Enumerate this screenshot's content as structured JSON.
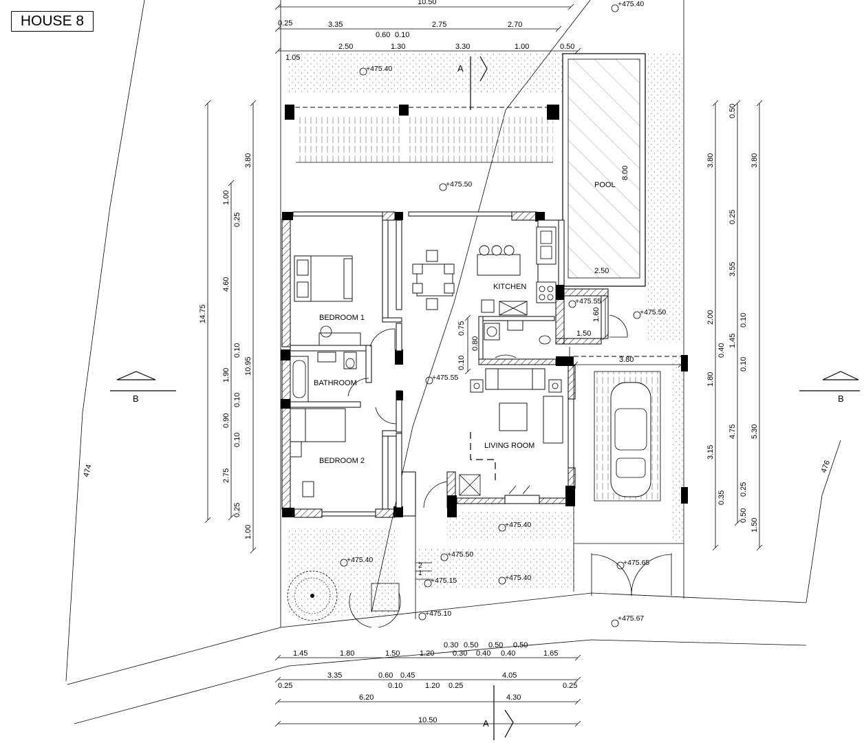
{
  "title": "HOUSE 8",
  "rooms": {
    "bedroom1": "BEDROOM 1",
    "bathroom": "BATHROOM",
    "bedroom2": "BEDROOM 2",
    "kitchen": "KITCHEN",
    "living": "LIVING ROOM",
    "pool": "POOL"
  },
  "levels": {
    "top_right": "+475.40",
    "front_yard": "+475.40",
    "terrace": "+475.50",
    "wc": "+475.55",
    "outside_wc": "+475.50",
    "hall": "+475.55",
    "porch": "+475.40",
    "garden": "+475.40",
    "step_top": "+475.50",
    "path": "+475.40",
    "step": "+475.15",
    "street": "+475.10",
    "gate": "+475.65",
    "road": "+475.67"
  },
  "contours": {
    "left": "474",
    "right": "476"
  },
  "sections": {
    "a_top": "A",
    "a_bottom": "A",
    "b_left": "B",
    "b_right": "B"
  },
  "stairs": {
    "s1": "1",
    "s2": "2"
  },
  "dims": {
    "top_total": "10.50",
    "t1": "0.25",
    "t2": "3.35",
    "t3": "0.60",
    "t4": "0.10",
    "t5": "2.75",
    "t6": "2.70",
    "t7": "1.05",
    "t8": "2.50",
    "t9": "1.30",
    "t10": "3.30",
    "t11": "1.00",
    "t12": "0.50",
    "l_total": "14.75",
    "l1": "3.80",
    "l2": "1.00",
    "l3": "0.25",
    "l4": "4.60",
    "l5": "0.10",
    "l6": "1.90",
    "l7": "0.10",
    "l8": "0.90",
    "l9": "0.10",
    "l10": "2.75",
    "l11": "0.25",
    "l12": "1.00",
    "l13": "10.95",
    "pool_len": "8.00",
    "pool_w": "2.50",
    "wc_h": "1.60",
    "wc_w": "1.50",
    "k1": "0.75",
    "k2": "0.80",
    "k3": "0.10",
    "carport": "3.80",
    "r1": "0.50",
    "r2": "3.80",
    "r3": "3.80",
    "r4": "0.25",
    "r5": "3.55",
    "r6": "2.00",
    "r7": "0.10",
    "r8": "1.45",
    "r9": "0.40",
    "r10": "0.10",
    "r11": "1.80",
    "r12": "4.75",
    "r13": "5.30",
    "r14": "3.15",
    "r15": "0.25",
    "r16": "0.35",
    "r17": "0.50",
    "r18": "1.50",
    "b1": "1.45",
    "b2": "1.80",
    "b3": "1.50",
    "b4": "1.20",
    "b5": "0.30",
    "b6": "0.30",
    "b7": "0.50",
    "b8": "0.40",
    "b9": "0.50",
    "b10": "0.40",
    "b11": "0.50",
    "b12": "1.65",
    "b13": "3.35",
    "b14": "0.60",
    "b15": "0.45",
    "b16": "4.05",
    "b17": "0.25",
    "b18": "0.10",
    "b19": "1.20",
    "b20": "0.25",
    "b21": "0.25",
    "b22": "6.20",
    "b23": "4.30",
    "bottom_total": "10.50"
  }
}
